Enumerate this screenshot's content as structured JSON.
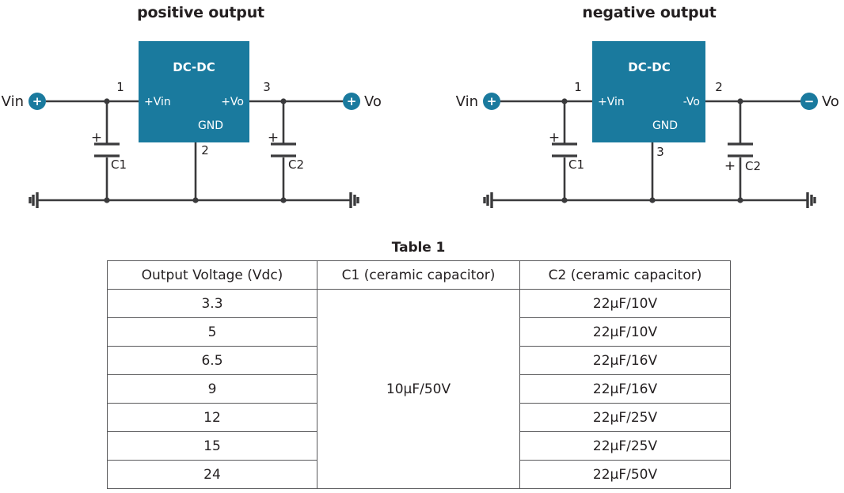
{
  "circuits": [
    {
      "id": "positive",
      "title": "positive output",
      "block_label": "DC-DC",
      "input_terminal": {
        "label": "Vin",
        "polarity": "+"
      },
      "output_terminal": {
        "label": "Vo",
        "polarity": "+"
      },
      "pins": [
        {
          "number": "1",
          "name": "+Vin"
        },
        {
          "number": "2",
          "name": "GND"
        },
        {
          "number": "3",
          "name": "+Vo"
        }
      ],
      "capacitors": [
        {
          "ref": "C1",
          "polarity_mark": "+",
          "polarity_position": "top"
        },
        {
          "ref": "C2",
          "polarity_mark": "+",
          "polarity_position": "top"
        }
      ]
    },
    {
      "id": "negative",
      "title": "negative output",
      "block_label": "DC-DC",
      "input_terminal": {
        "label": "Vin",
        "polarity": "+"
      },
      "output_terminal": {
        "label": "Vo",
        "polarity": "−"
      },
      "pins": [
        {
          "number": "1",
          "name": "+Vin"
        },
        {
          "number": "2",
          "name": "-Vo"
        },
        {
          "number": "3",
          "name": "GND"
        }
      ],
      "capacitors": [
        {
          "ref": "C1",
          "polarity_mark": "+",
          "polarity_position": "top"
        },
        {
          "ref": "C2",
          "polarity_mark": "+",
          "polarity_position": "bottom"
        }
      ]
    }
  ],
  "table": {
    "title": "Table 1",
    "headers": [
      "Output Voltage (Vdc)",
      "C1 (ceramic capacitor)",
      "C2 (ceramic capacitor)"
    ],
    "c1_value": "10µF/50V",
    "rows": [
      {
        "voltage": "3.3",
        "c2": "22µF/10V"
      },
      {
        "voltage": "5",
        "c2": "22µF/10V"
      },
      {
        "voltage": "6.5",
        "c2": "22µF/16V"
      },
      {
        "voltage": "9",
        "c2": "22µF/16V"
      },
      {
        "voltage": "12",
        "c2": "22µF/25V"
      },
      {
        "voltage": "15",
        "c2": "22µF/25V"
      },
      {
        "voltage": "24",
        "c2": "22µF/50V"
      }
    ]
  },
  "colors": {
    "block_fill": "#1a7a9e",
    "terminal_fill": "#1a7a9e",
    "wire": "#3a3a3c",
    "text": "#231f20",
    "table_border": "#58585a"
  }
}
